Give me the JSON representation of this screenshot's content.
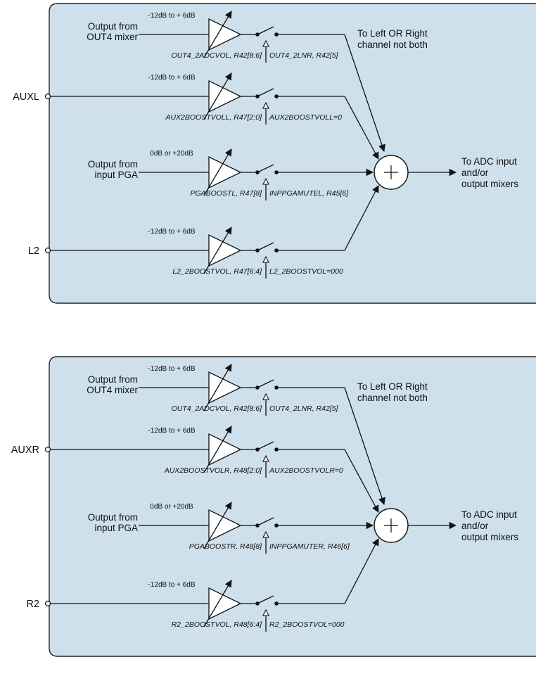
{
  "colors": {
    "panel_fill": "#cde0eb",
    "panel_border": "#222222",
    "line": "#111111"
  },
  "panels": [
    {
      "name": "left",
      "input_pins": [
        "AUXL",
        "L2"
      ],
      "rows": [
        {
          "source_line1": "Output from",
          "source_line2": "OUT4 mixer",
          "gain": "-12dB to + 6dB",
          "vol_label": "OUT4_2ADCVOL, R42[8:6]",
          "switch_label": "OUT4_2LNR, R42[5]"
        },
        {
          "source_line1": "",
          "source_line2": "",
          "gain": "-12dB to + 6dB",
          "vol_label": "AUX2BOOSTVOLL, R47[2:0]",
          "switch_label": "AUX2BOOSTVOLL=0"
        },
        {
          "source_line1": "Output from",
          "source_line2": "input PGA",
          "gain": "0dB or +20dB",
          "vol_label": "PGABOOSTL, R47[8]",
          "switch_label": "INPPGAMUTEL, R45[6]"
        },
        {
          "source_line1": "",
          "source_line2": "",
          "gain": "-12dB to + 6dB",
          "vol_label": "L2_2BOOSTVOL, R47[6:4]",
          "switch_label": "L2_2BOOSTVOL=000"
        }
      ],
      "note_line1": "To Left OR Right",
      "note_line2": "channel not both",
      "output_line1": "To ADC input",
      "output_line2": "and/or",
      "output_line3": "output mixers"
    },
    {
      "name": "right",
      "input_pins": [
        "AUXR",
        "R2"
      ],
      "rows": [
        {
          "source_line1": "Output from",
          "source_line2": "OUT4 mixer",
          "gain": "-12dB to + 6dB",
          "vol_label": "OUT4_2ADCVOL, R42[8:6]",
          "switch_label": "OUT4_2LNR, R42[5]"
        },
        {
          "source_line1": "",
          "source_line2": "",
          "gain": "-12dB to + 6dB",
          "vol_label": "AUX2BOOSTVOLR, R48[2:0]",
          "switch_label": "AUX2BOOSTVOLR=0"
        },
        {
          "source_line1": "Output from",
          "source_line2": "input PGA",
          "gain": "0dB or +20dB",
          "vol_label": "PGABOOSTR, R48[8]",
          "switch_label": "INPPGAMUTER, R46[6]"
        },
        {
          "source_line1": "",
          "source_line2": "",
          "gain": "-12dB to + 6dB",
          "vol_label": "R2_2BOOSTVOL, R48[6:4]",
          "switch_label": "R2_2BOOSTVOL=000"
        }
      ],
      "note_line1": "To Left OR Right",
      "note_line2": "channel not both",
      "output_line1": "To ADC input",
      "output_line2": "and/or",
      "output_line3": "output mixers"
    }
  ]
}
